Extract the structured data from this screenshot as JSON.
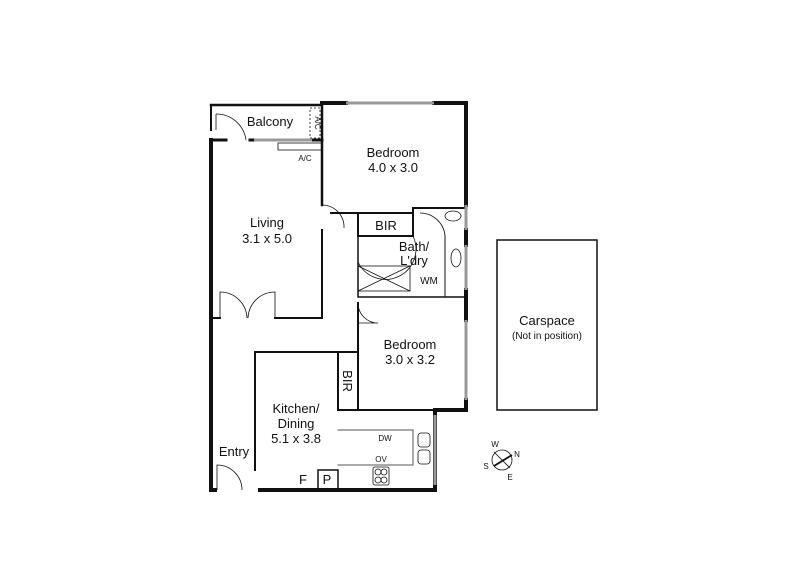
{
  "rooms": {
    "balcony": {
      "name": "Balcony"
    },
    "bedroom1": {
      "name": "Bedroom",
      "size": "4.0 x 3.0"
    },
    "living": {
      "name": "Living",
      "size": "3.1 x 5.0"
    },
    "bir1": {
      "name": "BIR"
    },
    "bath": {
      "name": "Bath/",
      "name2": "L'dry"
    },
    "bedroom2": {
      "name": "Bedroom",
      "size": "3.0 x 3.2"
    },
    "bir2": {
      "name": "BIR"
    },
    "kitchen": {
      "name": "Kitchen/",
      "name2": "Dining",
      "size": "5.1 x 3.8"
    },
    "entry": {
      "name": "Entry"
    },
    "carspace": {
      "name": "Carspace",
      "note": "(Not in position)"
    }
  },
  "fixtures": {
    "ac_outdoor": "A/C",
    "ac_indoor": "A/C",
    "washing_machine": "WM",
    "dishwasher": "DW",
    "oven": "OV",
    "fridge": "F",
    "pantry": "P"
  },
  "compass": {
    "n": "N",
    "s": "S",
    "e": "E",
    "w": "W"
  },
  "colors": {
    "wall": "#111111",
    "window": "#999999"
  }
}
